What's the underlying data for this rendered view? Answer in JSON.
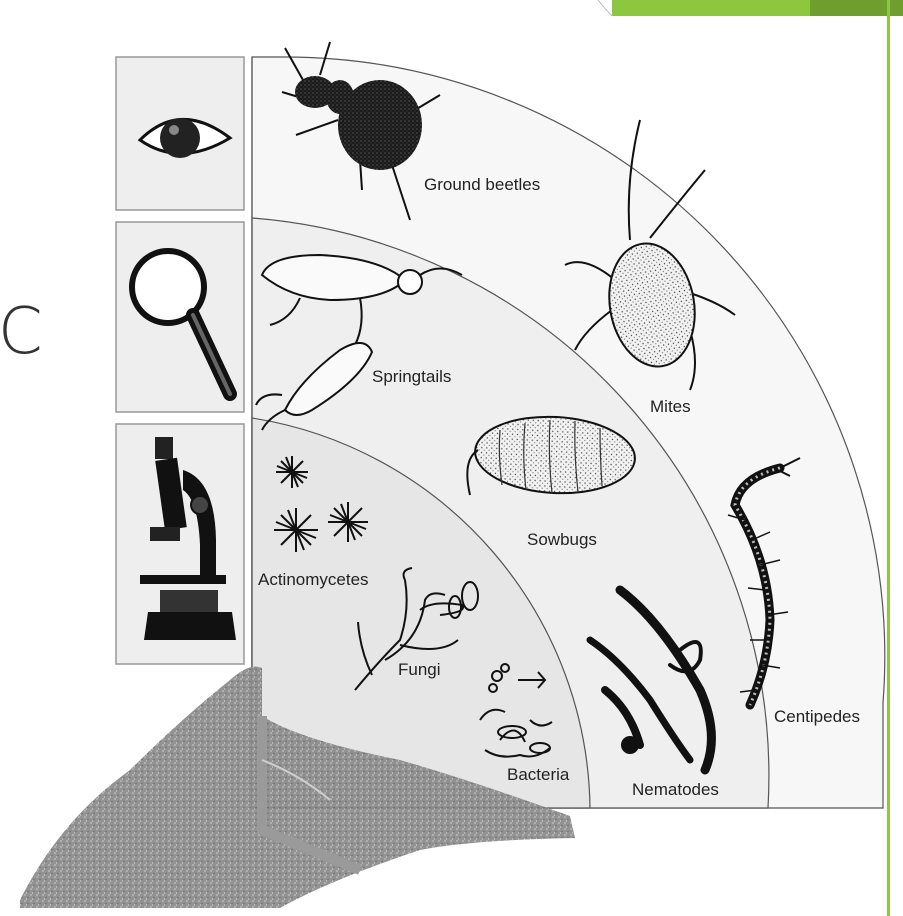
{
  "slide": {
    "partial_title_letter": "C",
    "accent_color": "#8dc63f",
    "accent_color_dark": "#6f9e2e"
  },
  "diagram": {
    "tool_panels": [
      {
        "name": "eye",
        "icon": "eye-icon"
      },
      {
        "name": "magnifying glass",
        "icon": "magnifying-glass-icon"
      },
      {
        "name": "microscope",
        "icon": "microscope-icon"
      }
    ],
    "zones": {
      "naked_eye": [
        "Ground beetles",
        "Mites",
        "Centipedes"
      ],
      "magnifying_glass": [
        "Springtails",
        "Sowbugs",
        "Nematodes"
      ],
      "microscope": [
        "Actinomycetes",
        "Fungi",
        "Bacteria"
      ]
    },
    "labels": {
      "ground_beetles": "Ground beetles",
      "mites": "Mites",
      "springtails": "Springtails",
      "sowbugs": "Sowbugs",
      "actinomycetes": "Actinomycetes",
      "fungi": "Fungi",
      "bacteria": "Bacteria",
      "nematodes": "Nematodes",
      "centipedes": "Centipedes"
    }
  }
}
